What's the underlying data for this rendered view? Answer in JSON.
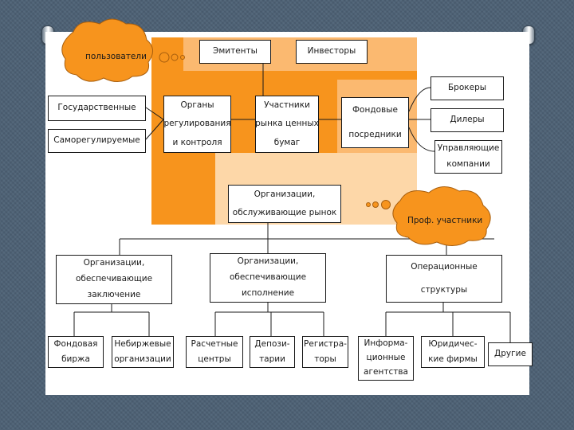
{
  "colors": {
    "background": "#4d6175",
    "sheet": "#ffffff",
    "orange_dark": "#f7941d",
    "orange_light": "#fbb970",
    "orange_pale": "#fdd7a8",
    "cloud": "#f7941d"
  },
  "clouds": {
    "users": "пользователи",
    "pro_participants": "Проф. участники"
  },
  "boxes": {
    "issuers": [
      "Эмитенты"
    ],
    "investors": [
      "Инвесторы"
    ],
    "brokers": [
      "Брокеры"
    ],
    "state": [
      "Государственные"
    ],
    "self_regulated": [
      "Саморегулируемые"
    ],
    "regulators": [
      "Органы",
      "регулирования",
      "и контроля"
    ],
    "participants": [
      "Участники",
      "рынка ценных",
      "бумаг"
    ],
    "intermediaries": [
      "Фондовые",
      "посредники"
    ],
    "dealers": [
      "Дилеры"
    ],
    "managers": [
      "Управляющие",
      "компании"
    ],
    "service_orgs": [
      "Организации,",
      "обслуживающие рынок"
    ],
    "settlement_orgs": [
      "Организации,",
      "обеспечивающие",
      "заключение"
    ],
    "execution_orgs": [
      "Организации,",
      "обеспечивающие",
      "исполнение"
    ],
    "operational": [
      "Операционные",
      "структуры"
    ],
    "exchange": [
      "Фондовая",
      "биржа"
    ],
    "otc": [
      "Небиржевые",
      "организации"
    ],
    "clearing": [
      "Расчетные",
      "центры"
    ],
    "depository": [
      "Депози-",
      "тарии"
    ],
    "registrars": [
      "Регистра-",
      "торы"
    ],
    "info_agencies": [
      "Информа-",
      "ционные",
      "агентства"
    ],
    "law_firms": [
      "Юридичес-",
      "кие фирмы"
    ],
    "others": [
      "Другие"
    ]
  }
}
